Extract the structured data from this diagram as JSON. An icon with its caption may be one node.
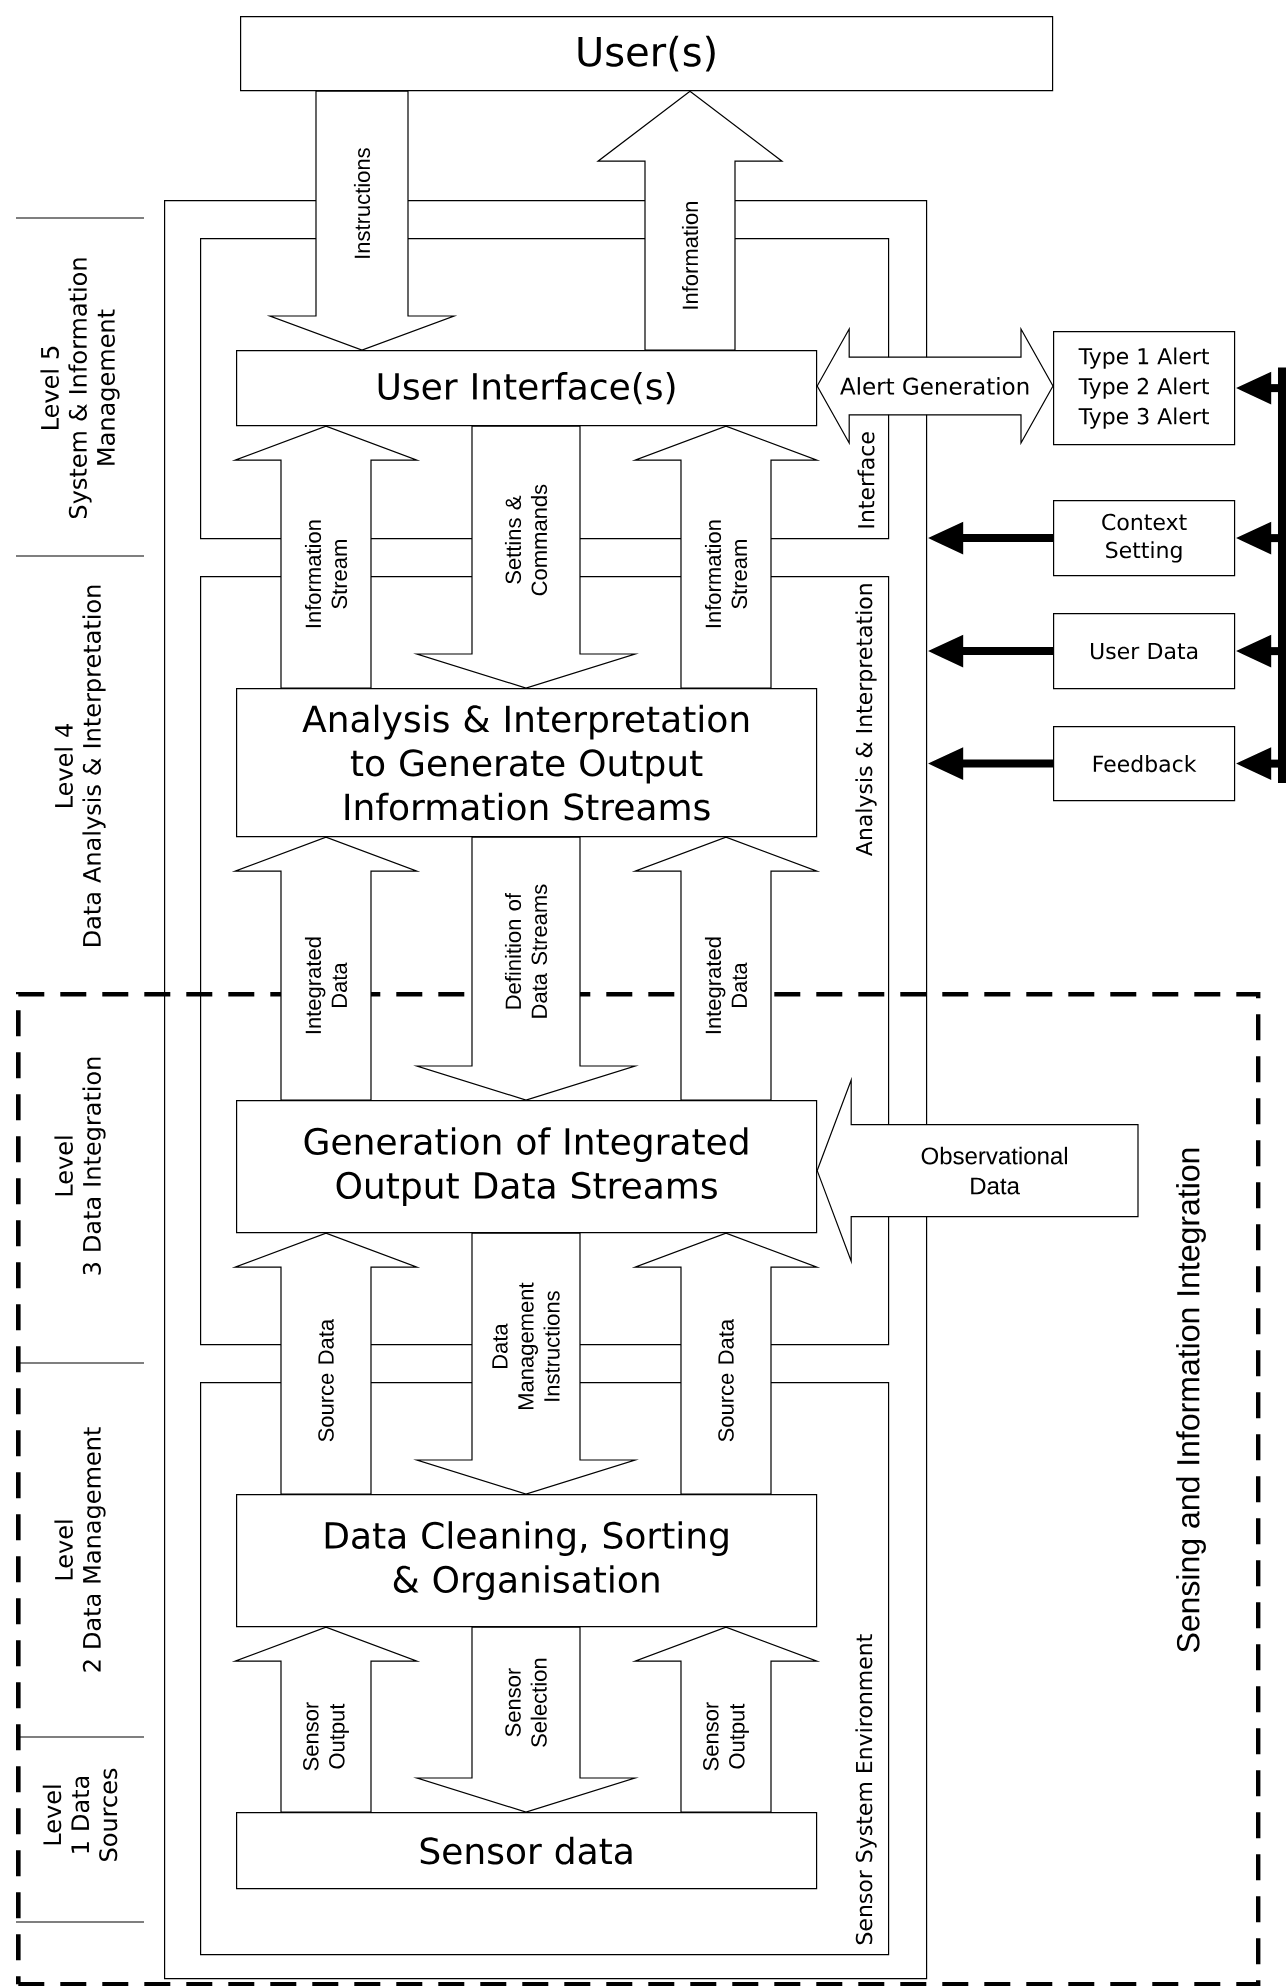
{
  "diagram": {
    "nodes": [
      {
        "text": [
          "User(s)"
        ]
      },
      {
        "text": [],
        "shape": "box"
      },
      {
        "text": [
          "Interface"
        ],
        "in": 1
      },
      {
        "text": [
          "User Interface(s)"
        ],
        "in": 2
      },
      {
        "text": [
          "Type 1 Alert",
          "Type 2 Alert",
          "Type 3 Alert"
        ]
      },
      {
        "text": [
          "Context Setting"
        ]
      },
      {
        "text": [
          "User Data"
        ]
      },
      {
        "text": [
          "Feedback"
        ]
      },
      {
        "text": [
          "Analysis & Interpretation"
        ],
        "in": 1
      },
      {
        "text": [
          "Analysis & Interpretation to Generate Output Information Streams"
        ],
        "in": 8
      },
      {
        "text": [
          "Sensing and Information Integration"
        ]
      },
      {
        "text": [
          "Generation of Integrated Output Data Streams"
        ]
      },
      {
        "text": [
          "Sensor System Environment"
        ]
      },
      {
        "text": [
          "Data Cleaning, Sorting & Organisation"
        ],
        "in": 12
      },
      {
        "text": [
          "Sensor data"
        ],
        "in": 12
      }
    ],
    "edges": [
      {
        "from": null,
        "to": 4,
        "arrow": "to"
      },
      {
        "from": null,
        "to": 5,
        "arrow": "to"
      },
      {
        "from": null,
        "to": 6,
        "arrow": "to"
      },
      {
        "from": null,
        "to": 7,
        "arrow": "to"
      },
      {
        "from": 5,
        "to": 1,
        "arrow": "to"
      },
      {
        "from": 6,
        "to": 1,
        "arrow": "to"
      },
      {
        "from": 7,
        "to": 1,
        "arrow": "to"
      },
      {
        "from": 0,
        "to": 3,
        "arrow": "to",
        "label": "Instructions"
      },
      {
        "from": 3,
        "to": 0,
        "arrow": "to",
        "label": "Information"
      },
      {
        "from": 9,
        "to": 3,
        "arrow": "to",
        "label": "Information Stream"
      },
      {
        "from": 3,
        "to": 9,
        "arrow": "to",
        "label": "Settins & Commands"
      },
      {
        "from": 9,
        "to": 3,
        "arrow": "to",
        "label": "Information Stream"
      },
      {
        "from": 11,
        "to": 9,
        "arrow": "to",
        "label": "Integrated Data"
      },
      {
        "from": 9,
        "to": 11,
        "arrow": "to",
        "label": "Definition of Data Streams"
      },
      {
        "from": 11,
        "to": 9,
        "arrow": "to",
        "label": "Integrated Data"
      },
      {
        "from": 13,
        "to": 11,
        "arrow": "to",
        "label": "Source Data"
      },
      {
        "from": 11,
        "to": 13,
        "arrow": "to",
        "label": "Data Management Instructions"
      },
      {
        "from": 13,
        "to": 11,
        "arrow": "to",
        "label": "Source Data"
      },
      {
        "from": 14,
        "to": 13,
        "arrow": "to",
        "label": "Sensor Output"
      },
      {
        "from": 13,
        "to": 14,
        "arrow": "to",
        "label": "Sensor Selection"
      },
      {
        "from": 14,
        "to": 13,
        "arrow": "to",
        "label": "Sensor Output"
      },
      {
        "from": 3,
        "to": 4,
        "arrow": "both",
        "label": "Alert Generation"
      },
      {
        "from": null,
        "to": 11,
        "arrow": "to",
        "label": "Observational Data"
      }
    ],
    "labels": [
      "Level 5 System & Information Management",
      "Level 4 Data Analysis & Interpretation",
      "Level 3 Data Integration",
      "Level 2 Data Management",
      "Level 1 Data Sources"
    ]
  }
}
